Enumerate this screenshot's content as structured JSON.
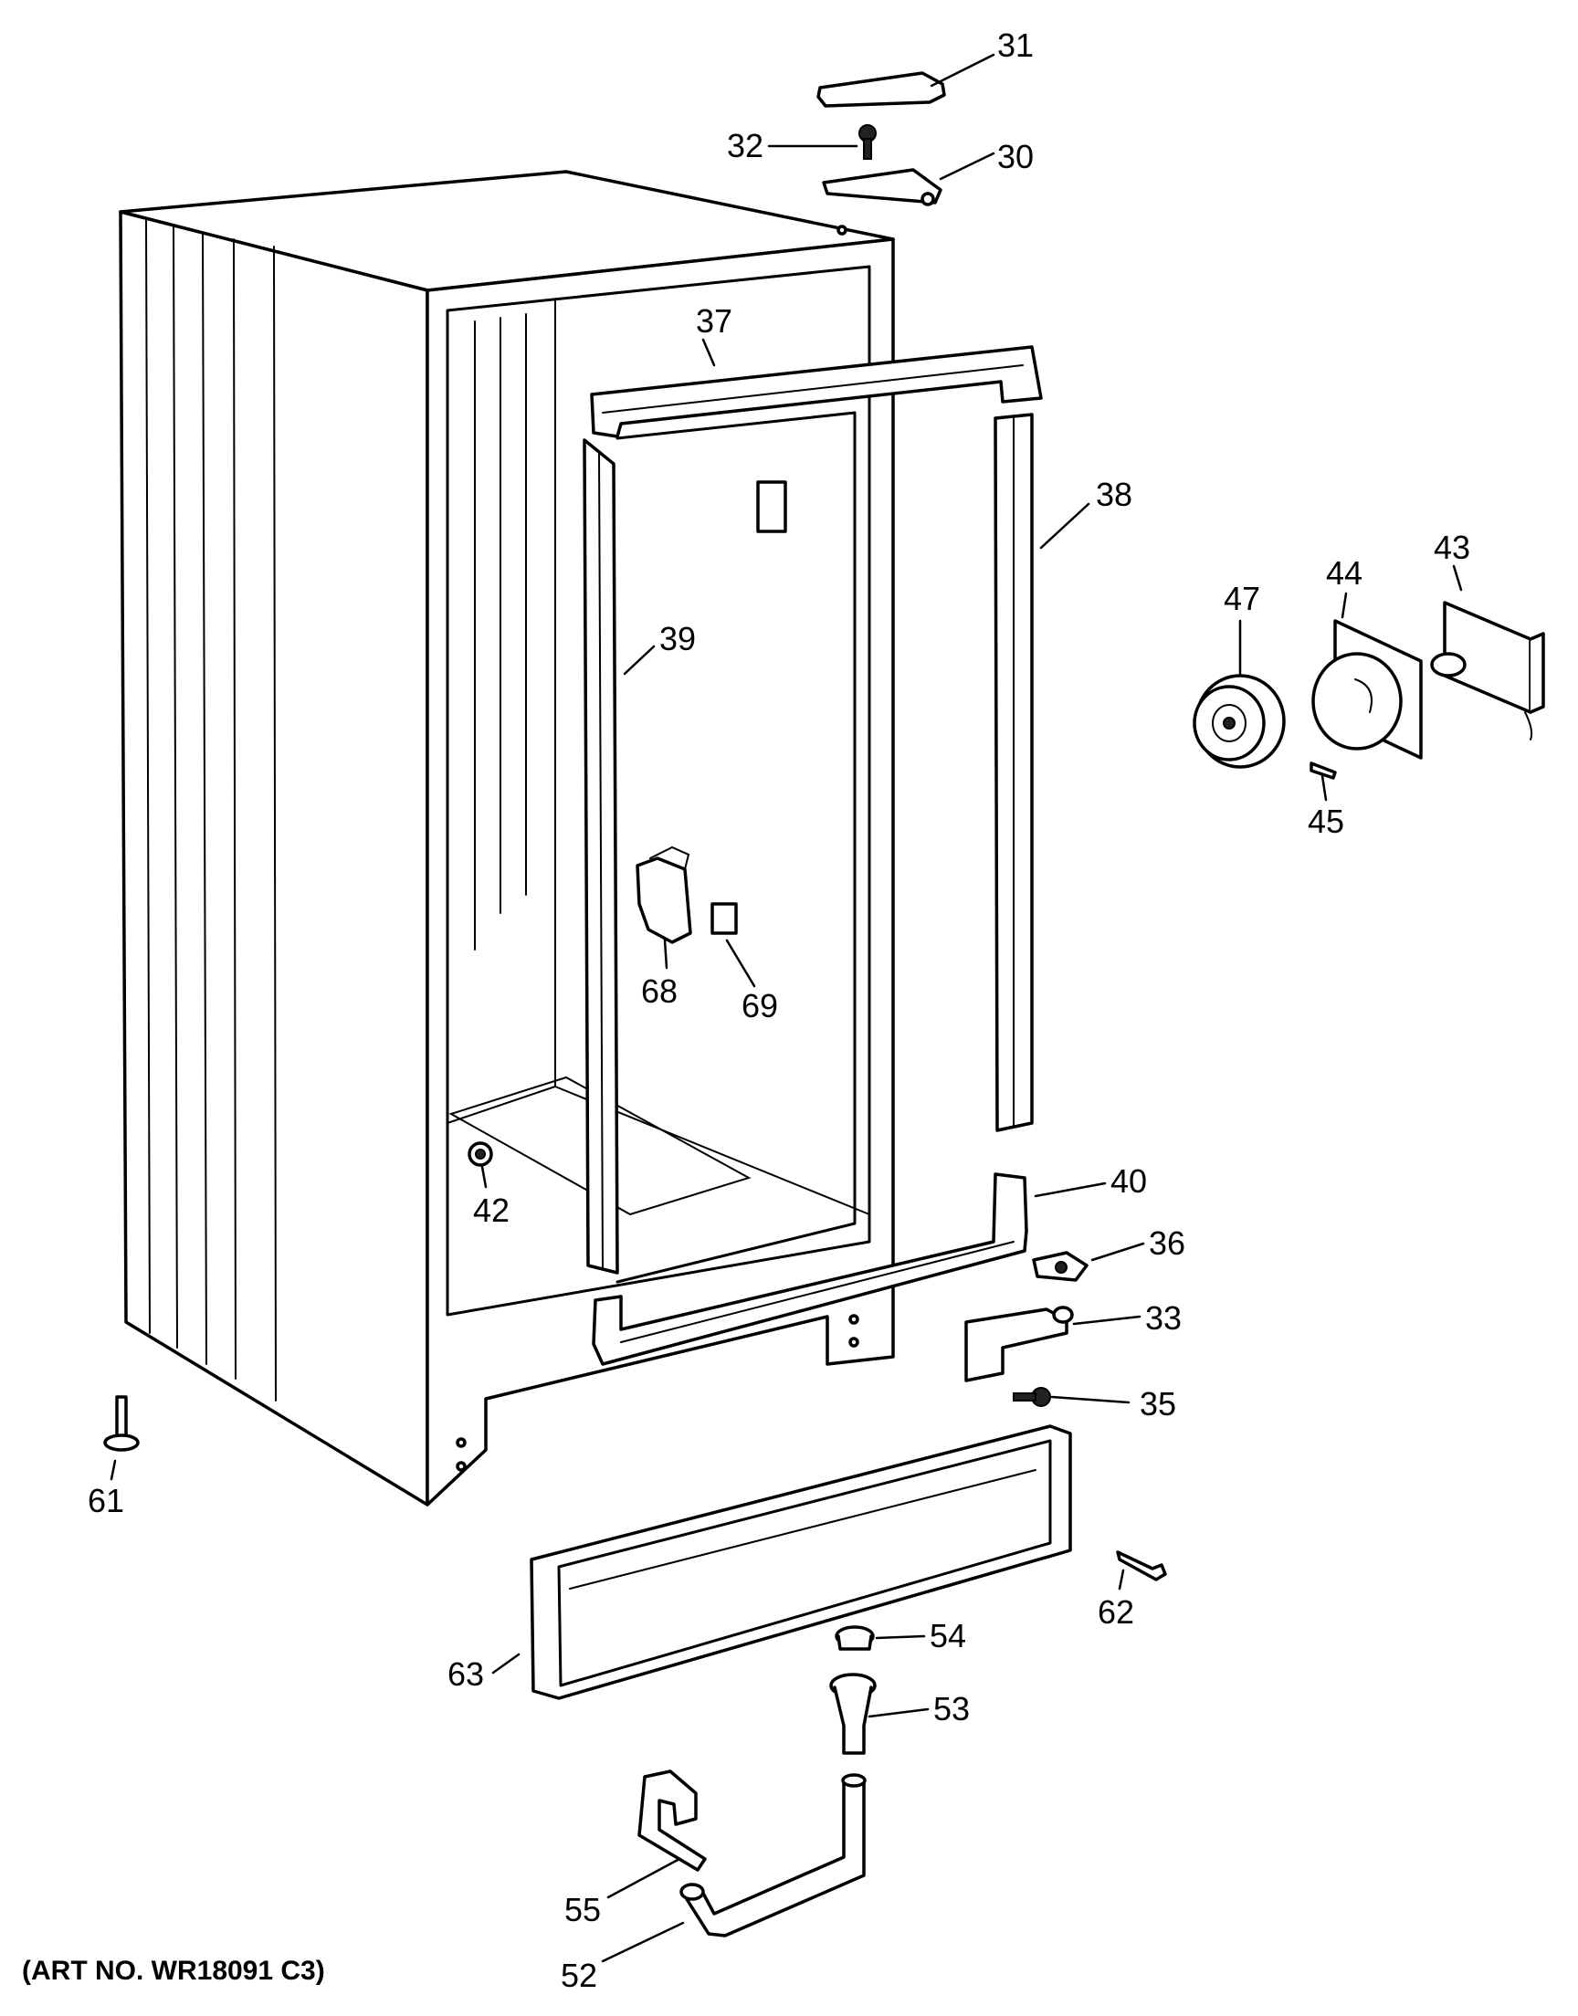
{
  "diagram": {
    "callouts": {
      "c31": "31",
      "c32": "32",
      "c30": "30",
      "c37": "37",
      "c38": "38",
      "c39": "39",
      "c47": "47",
      "c44": "44",
      "c43": "43",
      "c45": "45",
      "c68": "68",
      "c69": "69",
      "c40": "40",
      "c42": "42",
      "c36": "36",
      "c33": "33",
      "c35": "35",
      "c61": "61",
      "c62": "62",
      "c54": "54",
      "c63": "63",
      "c53": "53",
      "c55": "55",
      "c52": "52"
    },
    "art_number": "(ART NO. WR18091 C3)"
  }
}
